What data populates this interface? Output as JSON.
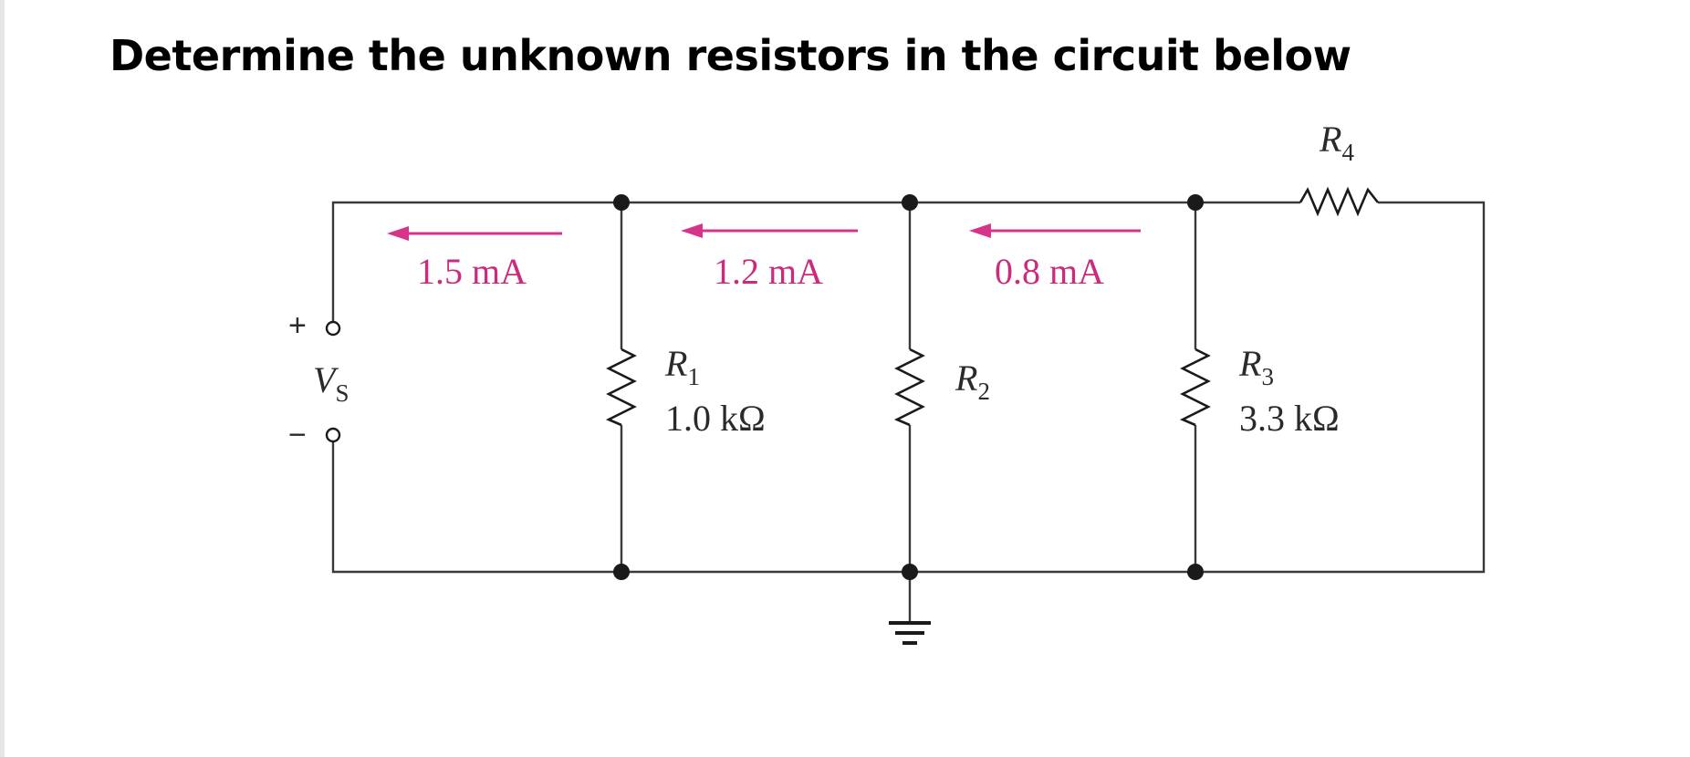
{
  "title": "Determine the unknown resistors in the circuit below",
  "circuit": {
    "source": {
      "symbol": "V",
      "subscript": "S",
      "plus": "+",
      "minus": "−"
    },
    "currents": [
      "1.5 mA",
      "1.2 mA",
      "0.8 mA"
    ],
    "resistors": [
      {
        "symbol": "R",
        "subscript": "1",
        "value": "1.0 kΩ"
      },
      {
        "symbol": "R",
        "subscript": "2",
        "value": ""
      },
      {
        "symbol": "R",
        "subscript": "3",
        "value": "3.3 kΩ"
      },
      {
        "symbol": "R",
        "subscript": "4",
        "value": ""
      }
    ],
    "colors": {
      "current_arrows": "#d6338a",
      "wires": "#3a3a3a"
    },
    "icons": [
      "ground-icon",
      "resistor-icon",
      "arrow-left-icon"
    ]
  }
}
